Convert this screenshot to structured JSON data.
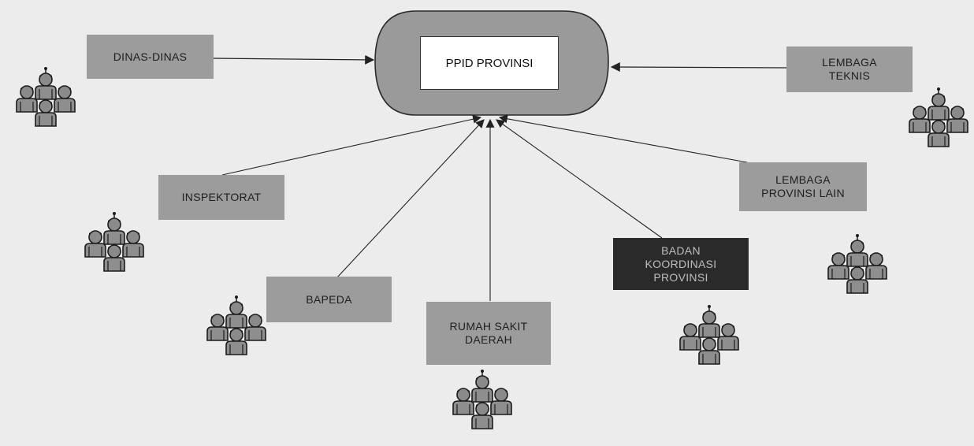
{
  "center": {
    "label": "PPID PROVINSI"
  },
  "nodes": {
    "dinas": "DINAS-DINAS",
    "lembaga_teknis": "LEMBAGA\nTEKNIS",
    "inspektorat": "INSPEKTORAT",
    "lembaga_provinsi_lain": "LEMBAGA\nPROVINSI LAIN",
    "badan_koordinasi": "BADAN\nKOORDINASI\nPROVINSI",
    "bapeda": "BAPEDA",
    "rumah_sakit": "RUMAH SAKIT\nDAERAH"
  },
  "colors": {
    "background": "#ececec",
    "box": "#9c9c9c",
    "dark_box": "#2a2a2a",
    "hub": "#9a9a9a",
    "line": "#222222"
  },
  "icons": [
    "people-group-icon"
  ]
}
